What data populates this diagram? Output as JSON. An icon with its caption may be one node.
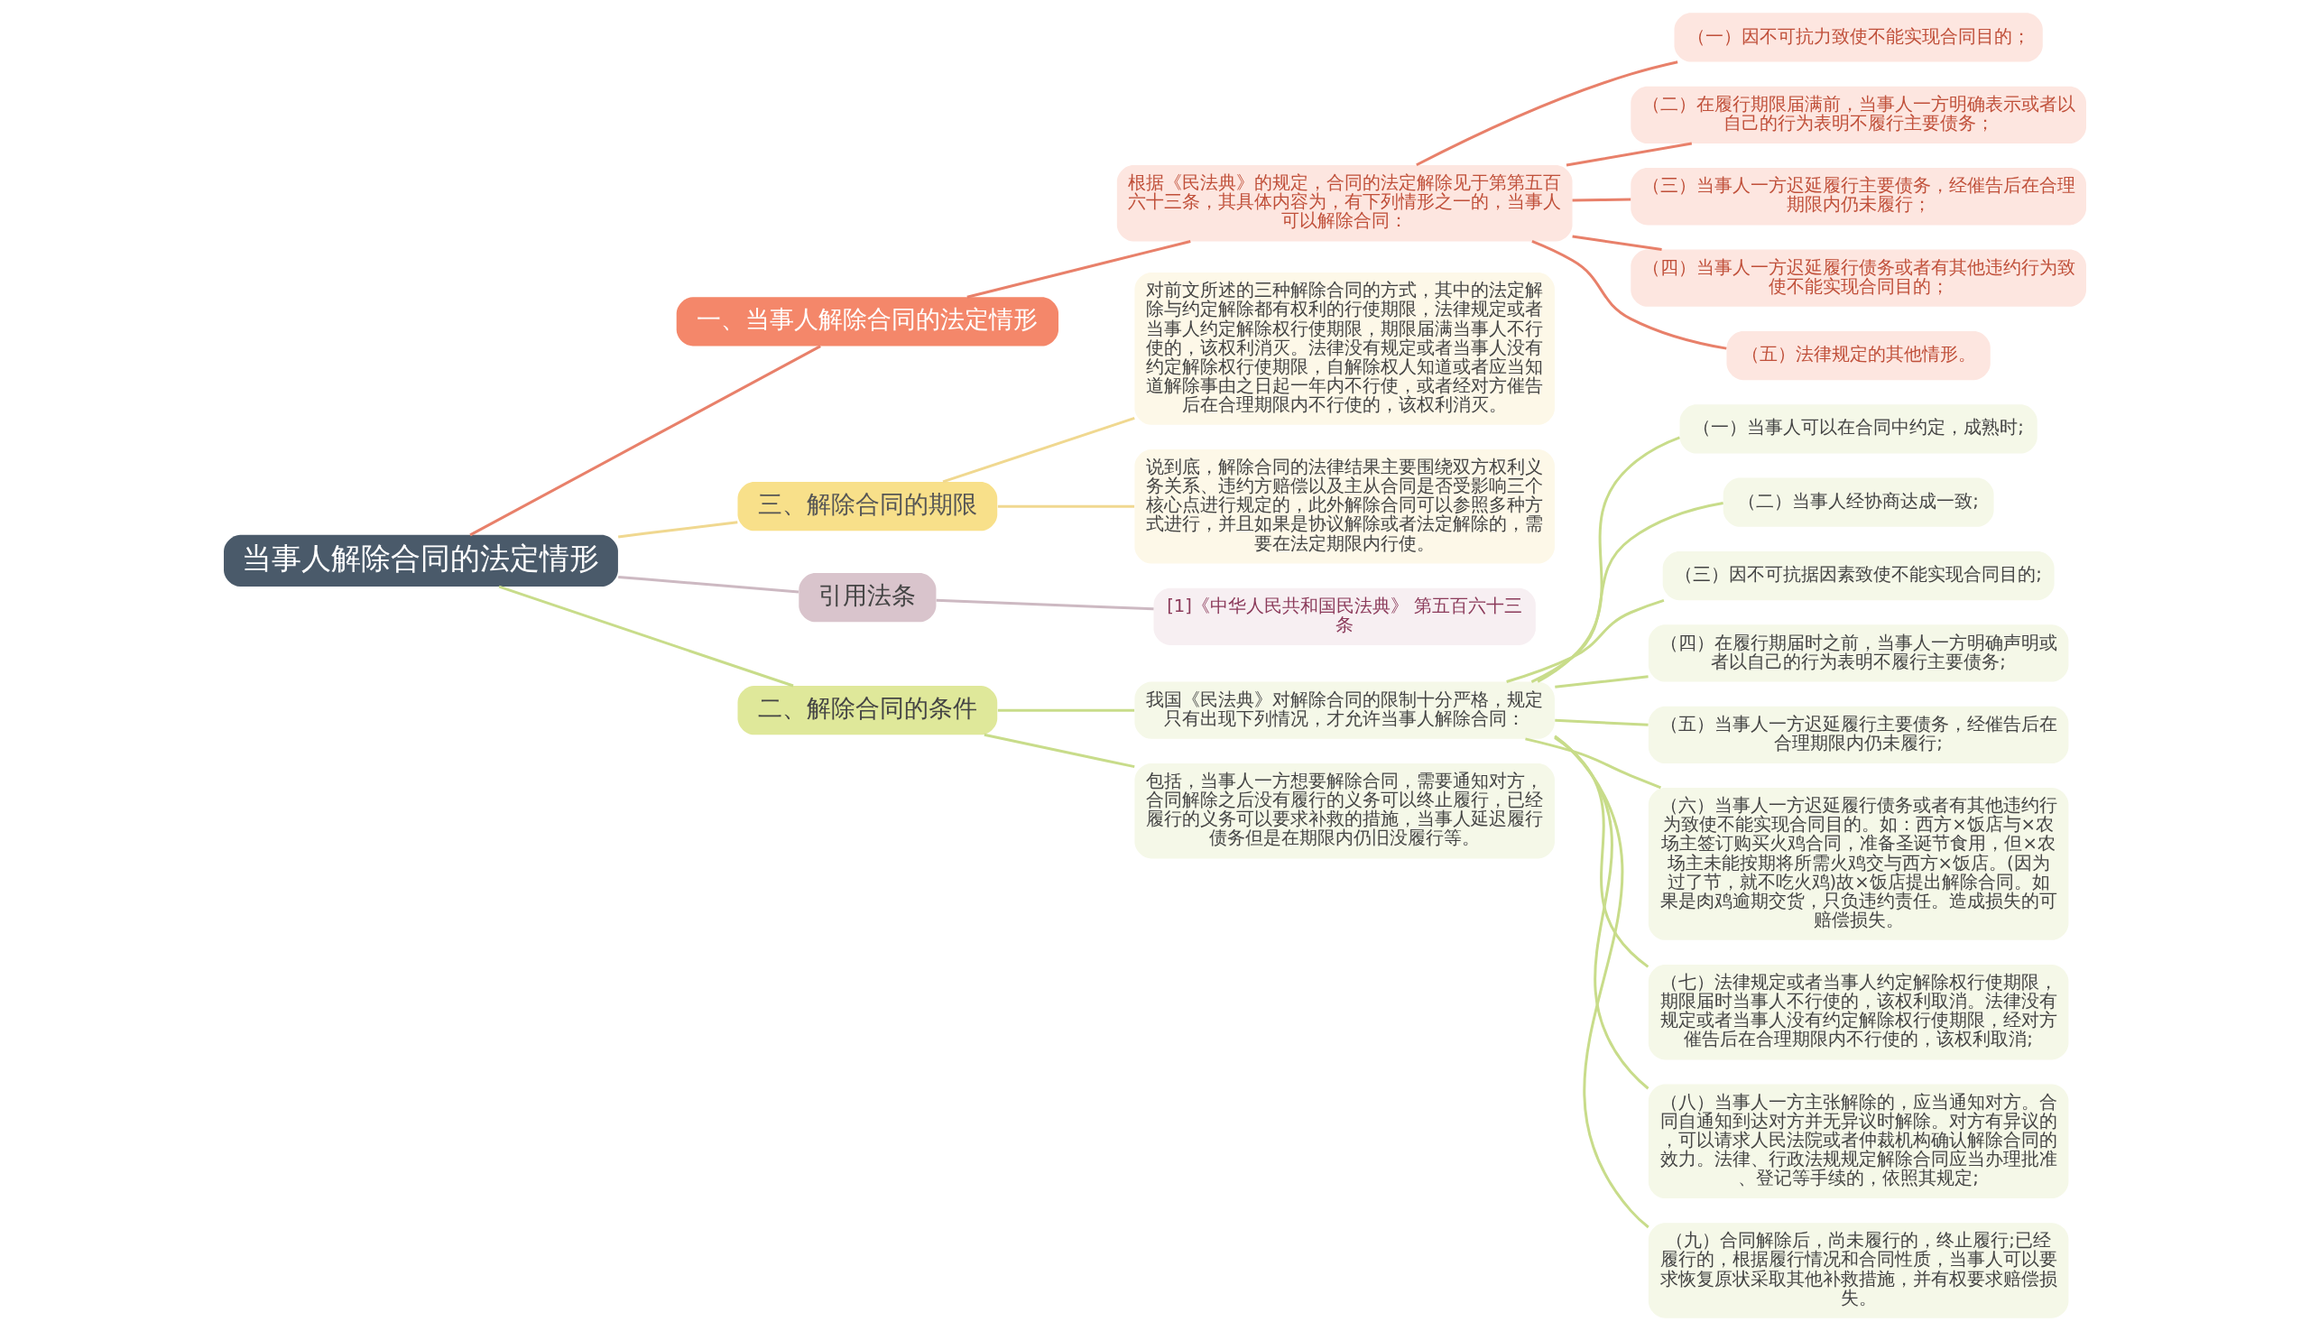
{
  "diagram": {
    "nodes": [
      {
        "text": [
          "当事人解除合同的法定情形"
        ]
      },
      {
        "text": [
          "一、当事人解除合同的法定情形"
        ]
      },
      {
        "text": [
          "根据《民法典》的规定，合同的法定解除见于第第五百六十三条，其具体内容为，有下列情形之一的，当事人可以解除合同："
        ]
      },
      {
        "text": [
          "（一）因不可抗力致使不能实现合同目的；"
        ]
      },
      {
        "text": [
          "（二）在履行期限届满前，当事人一方明确表示或者以自己的行为表明不履行主要债务；"
        ]
      },
      {
        "text": [
          "（三）当事人一方迟延履行主要债务，经催告后在合理期限内仍未履行；"
        ]
      },
      {
        "text": [
          "（四）当事人一方迟延履行债务或者有其他违约行为致使不能实现合同目的；"
        ]
      },
      {
        "text": [
          "（五）法律规定的其他情形。"
        ]
      },
      {
        "text": [
          "三、解除合同的期限"
        ]
      },
      {
        "text": [
          "对前文所述的三种解除合同的方式，其中的法定解除与约定解除都有权利的行使期限，法律规定或者当事人约定解除权行使期限，期限届满当事人不行使的，该权利消灭。法律没有规定或者当事人没有约定解除权行使期限，自解除权人知道或者应当知道解除事由之日起一年内不行使，或者经对方催告后在合理期限内不行使的，该权利消灭。"
        ]
      },
      {
        "text": [
          "说到底，解除合同的法律结果主要围绕双方权利义务关系、违约方赔偿以及主从合同是否受影响三个核心点进行规定的，此外解除合同可以参照多种方式进行，并且如果是协议解除或者法定解除的，需要在法定期限内行使。"
        ]
      },
      {
        "text": [
          "引用法条"
        ]
      },
      {
        "text": [
          "[1]《中华人民共和国民法典》 第五百六十三条"
        ]
      },
      {
        "text": [
          "二、解除合同的条件"
        ]
      },
      {
        "text": [
          "我国《民法典》对解除合同的限制十分严格，规定只有出现下列情况，才允许当事人解除合同："
        ]
      },
      {
        "text": [
          "（一）当事人可以在合同中约定，成熟时;"
        ]
      },
      {
        "text": [
          "（二）当事人经协商达成一致;"
        ]
      },
      {
        "text": [
          "（三）因不可抗据因素致使不能实现合同目的;"
        ]
      },
      {
        "text": [
          "（四）在履行期届时之前，当事人一方明确声明或者以自己的行为表明不履行主要债务;"
        ]
      },
      {
        "text": [
          "（五）当事人一方迟延履行主要债务，经催告后在合理期限内仍未履行;"
        ]
      },
      {
        "text": [
          "（六）当事人一方迟延履行债务或者有其他违约行为致使不能实现合同目的。如：西方×饭店与×农场主签订购买火鸡合同，准备圣诞节食用，但×农场主未能按期将所需火鸡交与西方×饭店。(因为过了节，就不吃火鸡)故×饭店提出解除合同。如果是肉鸡逾期交货，只负违约责任。造成损失的可赔偿损失。"
        ]
      },
      {
        "text": [
          "（七）法律规定或者当事人约定解除权行使期限，期限届时当事人不行使的，该权利取消。法律没有规定或者当事人没有约定解除权行使期限，经对方催告后在合理期限内不行使的，该权利取消;"
        ]
      },
      {
        "text": [
          "（八）当事人一方主张解除的，应当通知对方。合同自通知到达对方并无异议时解除。对方有异议的，可以请求人民法院或者仲裁机构确认解除合同的效力。法律、行政法规规定解除合同应当办理批准、登记等手续的，依照其规定;"
        ]
      },
      {
        "text": [
          "（九）合同解除后，尚未履行的，终止履行;已经履行的，根据履行情况和合同性质，当事人可以要求恢复原状采取其他补救措施，并有权要求赔偿损失。"
        ]
      },
      {
        "text": [
          "包括，当事人一方想要解除合同，需要通知对方，合同解除之后没有履行的义务可以终止履行，已经履行的义务可以要求补救的措施，当事人延迟履行债务但是在期限内仍旧没履行等。"
        ]
      }
    ],
    "edges": [
      {
        "from": 0,
        "to": 1,
        "arrow": "none",
        "color": "#e8806a"
      },
      {
        "from": 1,
        "to": 2,
        "arrow": "none",
        "color": "#e8806a"
      },
      {
        "from": 2,
        "to": 3,
        "arrow": "none",
        "color": "#e8806a"
      },
      {
        "from": 2,
        "to": 4,
        "arrow": "none",
        "color": "#e8806a"
      },
      {
        "from": 2,
        "to": 5,
        "arrow": "none",
        "color": "#e8806a"
      },
      {
        "from": 2,
        "to": 6,
        "arrow": "none",
        "color": "#e8806a"
      },
      {
        "from": 2,
        "to": 7,
        "arrow": "none",
        "color": "#e8806a"
      },
      {
        "from": 0,
        "to": 8,
        "arrow": "none",
        "color": "#f0d890"
      },
      {
        "from": 8,
        "to": 9,
        "arrow": "none",
        "color": "#f0d890"
      },
      {
        "from": 8,
        "to": 10,
        "arrow": "none",
        "color": "#f0d890"
      },
      {
        "from": 0,
        "to": 11,
        "arrow": "none",
        "color": "#cdb9c2"
      },
      {
        "from": 11,
        "to": 12,
        "arrow": "none",
        "color": "#cdb9c2"
      },
      {
        "from": 0,
        "to": 13,
        "arrow": "none"
      },
      {
        "from": 13,
        "to": 14,
        "arrow": "none"
      },
      {
        "from": 14,
        "to": 15,
        "arrow": "none"
      },
      {
        "from": 14,
        "to": 16,
        "arrow": "none"
      },
      {
        "from": 14,
        "to": 17,
        "arrow": "none"
      },
      {
        "from": 14,
        "to": 18,
        "arrow": "none"
      },
      {
        "from": 14,
        "to": 19,
        "arrow": "none"
      },
      {
        "from": 14,
        "to": 20,
        "arrow": "none"
      },
      {
        "from": 14,
        "to": 21,
        "arrow": "none"
      },
      {
        "from": 14,
        "to": 22,
        "arrow": "none"
      },
      {
        "from": 14,
        "to": 23,
        "arrow": "none"
      },
      {
        "from": 13,
        "to": 24,
        "arrow": "none"
      }
    ]
  }
}
